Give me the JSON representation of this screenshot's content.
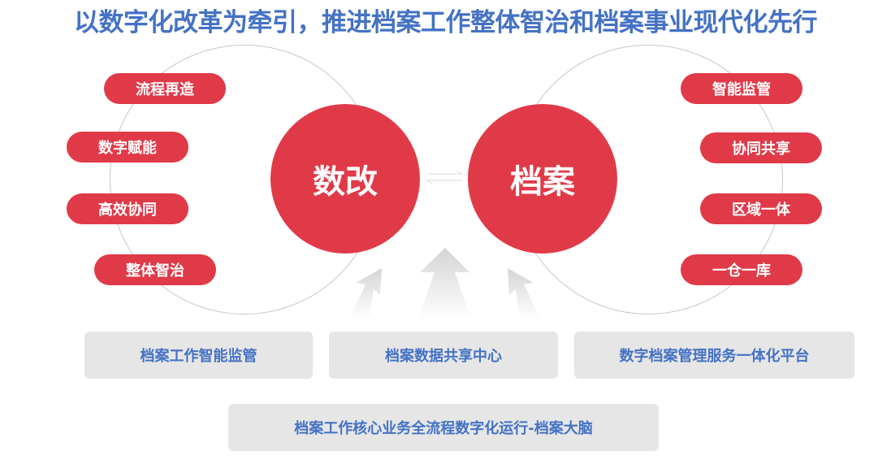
{
  "title": "以数字化改革为牵引，推进档案工作整体智治和档案事业现代化先行",
  "left_core": "数改",
  "right_core": "档案",
  "left_items": [
    "流程再造",
    "数字赋能",
    "高效协同",
    "整体智治"
  ],
  "right_items": [
    "智能监管",
    "协同共享",
    "区域一体",
    "一仓一库"
  ],
  "platforms": [
    "档案工作智能监管",
    "档案数据共享中心",
    "数字档案管理服务一体化平台"
  ],
  "foundation": "档案工作核心业务全流程数字化运行-档案大脑",
  "colors": {
    "accent": "#e03a48",
    "title": "#4472c4",
    "box": "#e6e6e6"
  }
}
